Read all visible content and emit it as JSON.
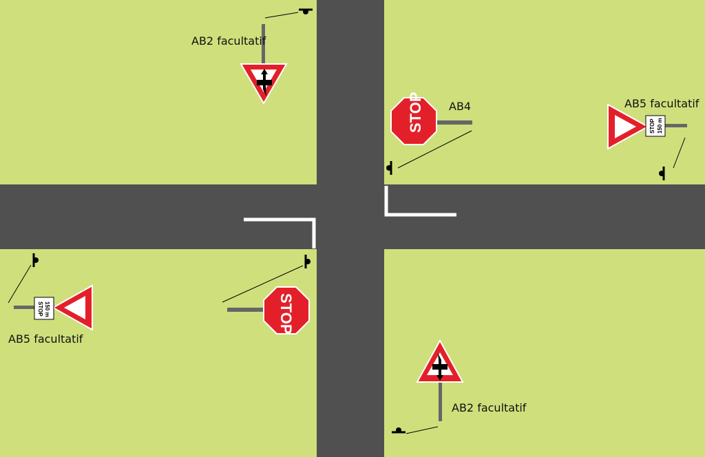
{
  "colors": {
    "grass": "#cfdf7c",
    "road": "#505050",
    "marking": "#ffffff",
    "sign_red": "#e3202a",
    "post": "#666666",
    "leader": "#000000"
  },
  "signs": {
    "ab2_north": {
      "label": "AB2 facultatif",
      "icon": "priority-cross-icon"
    },
    "ab4_stop_east": {
      "label": "AB4",
      "text": "STOP"
    },
    "ab5_east": {
      "label": "AB5 facultatif",
      "plate_line1": "STOP",
      "plate_line2": "150 m"
    },
    "ab5_west": {
      "label": "AB5 facultatif",
      "plate_line1": "STOP",
      "plate_line2": "150 m"
    },
    "stop_west": {
      "text": "STOP"
    },
    "ab2_south": {
      "label": "AB2 facultatif",
      "icon": "priority-cross-icon"
    }
  }
}
